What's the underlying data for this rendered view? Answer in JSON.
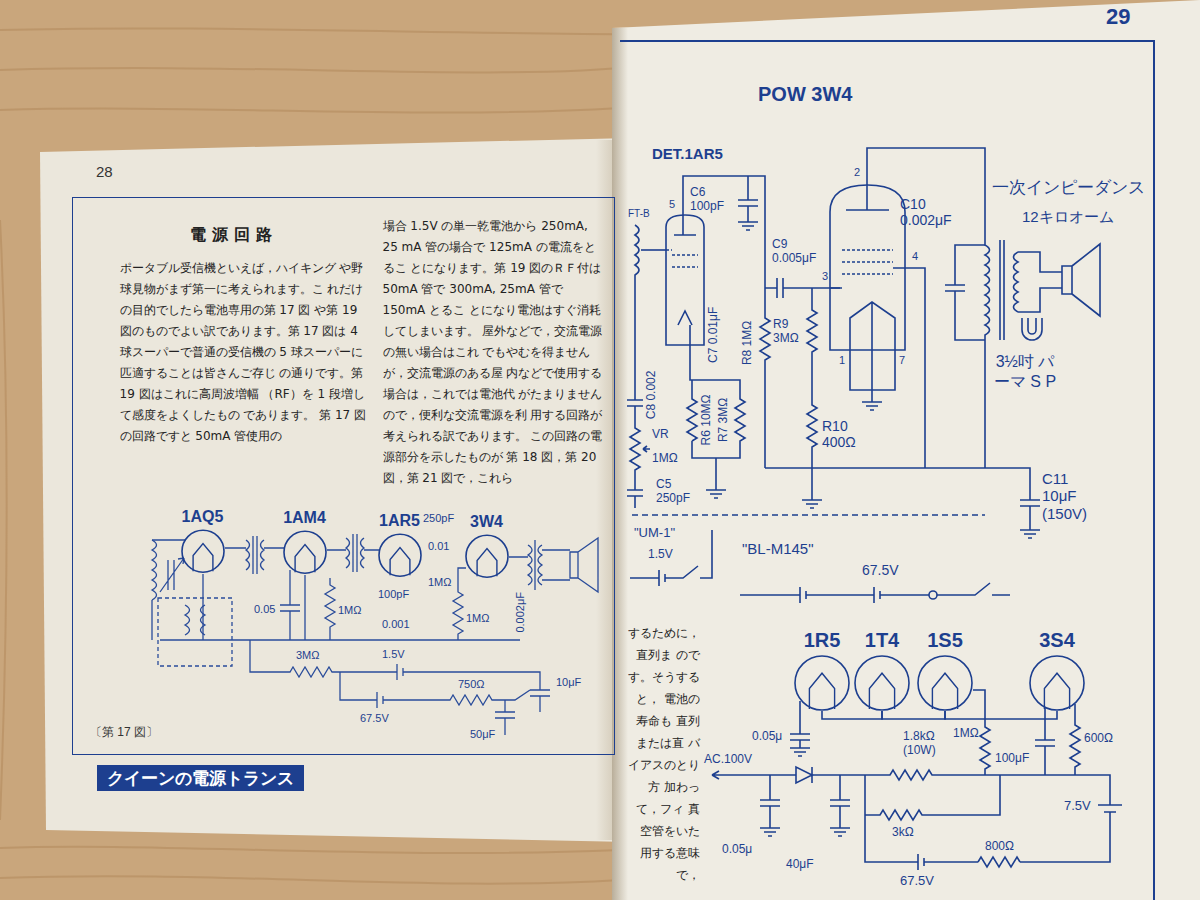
{
  "diagram": {
    "nodes": [
      {
        "text": [
          "電源回路",
          "ポータブル受信機といえば，ハイキング や野球見物がまず第一に考えられます。こ れだけの目的でしたら電池専用の第 17 図 や第 19 図のものでよい訳であります。第 17 図は 4 球スーパーで普通の受信機の 5 球スーパーに匹適することは皆さんご存じ の通りです。第 19 図はこれに高周波増幅 （RF）を 1 段増して感度をよくしたもの であります。 第 17 図の回路ですと 50mA 管使用の",
          "場合 1.5V の単一乾電池から 250mA, 25 mA 管の場合で 125mA の電流をとるこ とになります。第 19 図のＲＦ付は 50mA 管で 300mA, 25mA 管で 150mA とるこ とになり電池はすぐ消耗してしまいます。 屋外などで，交流電源の無い場合はこれ でもやむを得ませんが，交流電源のある屋 内などで使用する場合は，これでは電池代 がたまりませんので，便利な交流電源を利 用する回路が考えられる訳であります。 この回路の電源部分を示したものが 第 18 図，第 20 図，第 21 図で，これら"
        ]
      },
      {
        "text": [
          "1AQ5"
        ],
        "in": 0
      },
      {
        "text": [
          "1AM4"
        ],
        "in": 0
      },
      {
        "text": [
          "1AR5"
        ],
        "in": 0
      },
      {
        "text": [
          "3W4"
        ],
        "in": 0
      },
      {
        "text": [
          "クイーンの電源トランス"
        ]
      },
      {
        "text": [
          "するために，直列ま のです。そうすると， 電池の寿命も 直列または直 バイアスのとり方 加わって，フィ 真空管をいた 用する意味で，"
        ]
      },
      {
        "text": [
          "DET.1AR5"
        ],
        "in": 6
      },
      {
        "text": [
          "POW 3W4"
        ],
        "in": 6
      },
      {
        "text": [
          "1R5"
        ],
        "in": 6
      },
      {
        "text": [
          "1T4"
        ],
        "in": 6
      },
      {
        "text": [
          "1S5"
        ],
        "in": 6
      },
      {
        "text": [
          "3S4"
        ],
        "in": 6
      }
    ],
    "edges": [
      {
        "from": 9,
        "to": 10,
        "arrow": "none"
      },
      {
        "from": 10,
        "to": 11,
        "arrow": "none"
      },
      {
        "from": 11,
        "to": 12,
        "arrow": "none"
      }
    ],
    "labels": [
      "28",
      "29",
      "250pF",
      "0.05",
      "1MΩ",
      "100pF",
      "0.001",
      "0.01",
      "1MΩ",
      "1MΩ",
      "0.002μF",
      "3MΩ",
      "1.5V",
      "750Ω",
      "67.5V",
      "50μF",
      "10μF",
      "〔第 17 図〕",
      "C6 100pF",
      "5",
      "FT-B",
      "C7 0.01μF",
      "R8 1MΩ",
      "R6 10MΩ",
      "R7 3MΩ",
      "C8 0.002",
      "VR",
      "1MΩ",
      "C5 250pF",
      "C9 0.005μF",
      "2",
      "3",
      "4",
      "1",
      "7",
      "R9 3MΩ",
      "R10 400Ω",
      "C10 0.002μF",
      "一次インピーダンス",
      "12キロオーム",
      "3½吋 パーマ S P",
      "C11 10μF (150V)",
      "\"UM-1\"",
      "1.5V",
      "\"BL-M145\"",
      "67.5V",
      "0.05μ",
      "1.8kΩ (10W)",
      "1MΩ",
      "100μF",
      "600Ω",
      "AC.100V",
      "3kΩ",
      "7.5V",
      "0.05μ",
      "40μF",
      "67.5V",
      "800Ω"
    ]
  }
}
